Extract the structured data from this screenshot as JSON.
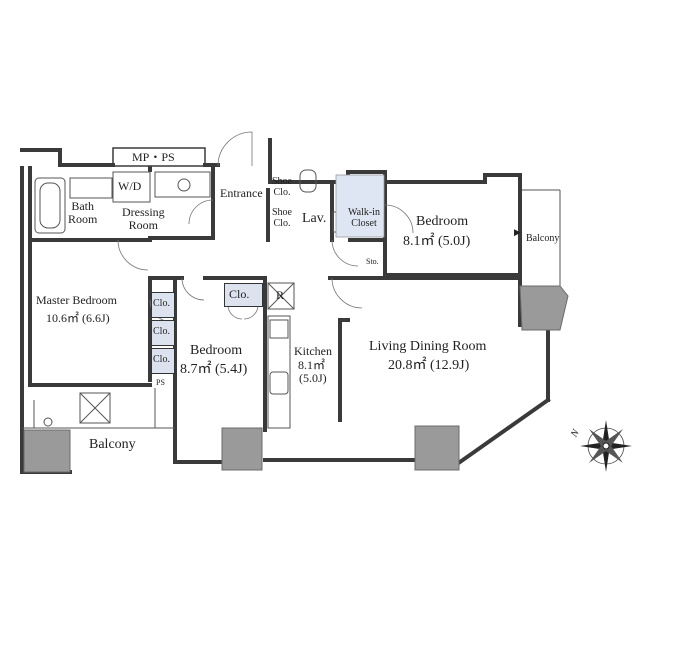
{
  "rooms": {
    "mp_ps": "MP・PS",
    "wd": "W/D",
    "bath": "Bath\nRoom",
    "dressing": "Dressing\nRoom",
    "entrance": "Entrance",
    "shoe_clo_1": "Shoe\nClo.",
    "shoe_clo_2": "Shoe\nClo.",
    "lav": "Lav.",
    "walk_in": "Walk-in\nCloset",
    "sto": "Sto.",
    "bedroom_ne": {
      "name": "Bedroom",
      "area": "8.1㎡ (5.0J)"
    },
    "balcony_east": "Balcony",
    "master": {
      "name": "Master Bedroom",
      "area": "10.6㎡ (6.6J)"
    },
    "master_clo": [
      "Clo.",
      "Clo.",
      "Clo."
    ],
    "ps": "PS",
    "clo_mid": "Clo.",
    "fridge": "R",
    "bedroom_mid": {
      "name": "Bedroom",
      "area": "8.7㎡ (5.4J)"
    },
    "kitchen": {
      "name": "Kitchen",
      "area": "8.1㎡",
      "tatami": "(5.0J)"
    },
    "living": {
      "name": "Living Dining Room",
      "area": "20.8㎡ (12.9J)"
    },
    "balcony_south": "Balcony"
  },
  "compass": {
    "north_label": "N"
  }
}
